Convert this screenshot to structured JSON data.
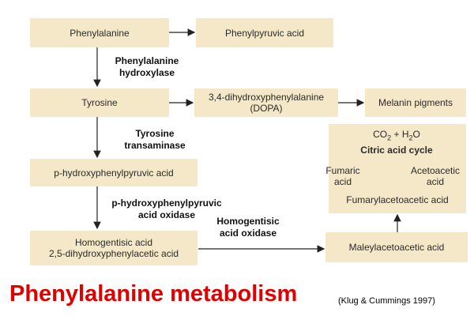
{
  "nodes": {
    "phenylalanine": "Phenylalanine",
    "phenylpyruvic_acid": "Phenylpyruvic acid",
    "tyrosine": "Tyrosine",
    "dopa_line1": "3,4-dihydroxyphenylalanine",
    "dopa_line2": "(DOPA)",
    "melanin": "Melanin pigments",
    "p_hydroxyphenylpyruvic": "p-hydroxyphenylpyruvic acid",
    "homogentisic_line1": "Homogentisic acid",
    "homogentisic_line2": "2,5-dihydroxyphenylacetic acid",
    "maleylacetoacetic": "Maleylacetoacetic acid",
    "fumarylacetoacetic": "Fumarylacetoacetic acid",
    "fumaric_line1": "Fumaric",
    "fumaric_line2": "acid",
    "acetoacetic_line1": "Acetoacetic",
    "acetoacetic_line2": "acid",
    "citric_acid_cycle": "Citric acid cycle",
    "co2_h2o": {
      "co": "CO",
      "co_sub": "2",
      "plus": " + H",
      "h_sub": "2",
      "o": "O"
    }
  },
  "enzymes": {
    "phe_hydroxylase_line1": "Phenylalanine",
    "phe_hydroxylase_line2": "hydroxylase",
    "tyr_transaminase_line1": "Tyrosine",
    "tyr_transaminase_line2": "transaminase",
    "php_oxidase_line1": "p-hydroxyphenylpyruvic",
    "php_oxidase_line2": "acid oxidase",
    "hga_oxidase_line1": "Homogentisic",
    "hga_oxidase_line2": "acid oxidase"
  },
  "title": "Phenylalanine metabolism",
  "credit": "(Klug & Cummings 1997)",
  "colors": {
    "box_fill": "#f5e8c8",
    "title": "#e00000"
  }
}
